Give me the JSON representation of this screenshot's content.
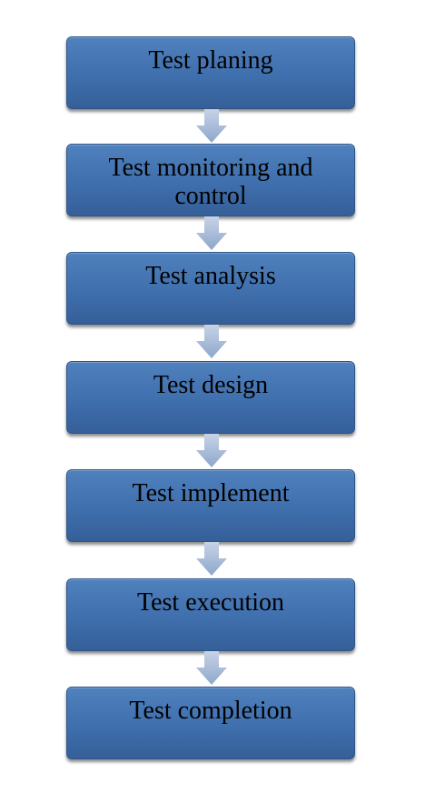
{
  "diagram": {
    "steps": [
      {
        "label": "Test planing"
      },
      {
        "label": "Test monitoring and control"
      },
      {
        "label": "Test analysis"
      },
      {
        "label": "Test design"
      },
      {
        "label": "Test implement"
      },
      {
        "label": "Test execution"
      },
      {
        "label": "Test completion"
      }
    ],
    "colors": {
      "box_fill": "#4f81bd",
      "box_border": "#2f5487",
      "arrow_fill": "#9db3d3",
      "text": "#000000"
    },
    "icons": {
      "connector": "arrow-down-icon"
    }
  }
}
